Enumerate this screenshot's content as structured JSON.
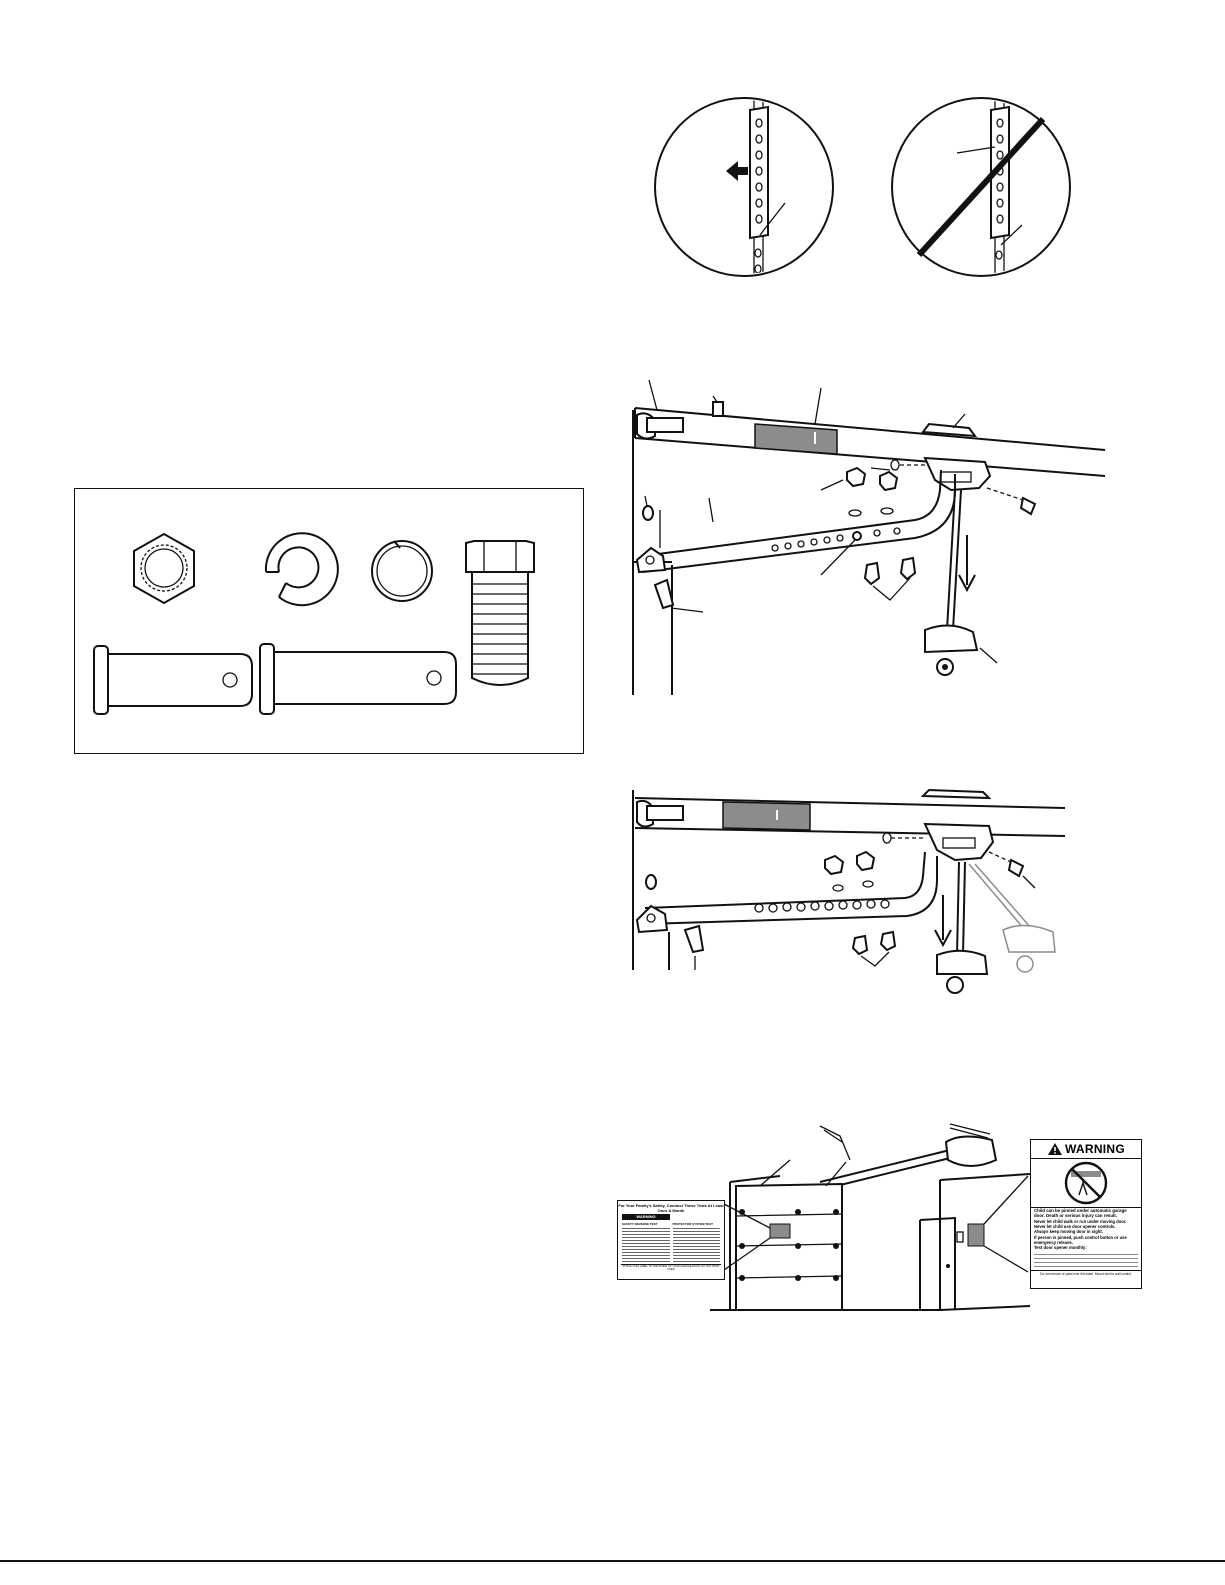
{
  "warning_sign": {
    "header": "WARNING",
    "headline": "Child can be pinned under automatic garage door. Death or serious injury can result.",
    "bullets": [
      "Never let child walk or run under moving door.",
      "Never let child use door opener controls.",
      "Always keep moving door in sight.",
      "If person is pinned, push control button or use emergency release.",
      "Test door opener monthly:"
    ],
    "footer": "Do not remove or paint over this label. Mount next to wall control."
  },
  "safety_placard": {
    "title": "For Your Family's Safety, Conduct These Tests At Least Once A Month",
    "badge": "WARNING",
    "section_a": "SAFETY REVERSE TEST",
    "section_b": "PROTECTOR SYSTEM TEST",
    "footer": "ATTACH THIS LABEL TO THE INSIDE OF YOUR GARAGE DOOR. DO NOT PAINT OVER"
  },
  "colors": {
    "ink": "#111111",
    "shade": "#8c8c8c",
    "shade_light": "#bdbdbd"
  }
}
